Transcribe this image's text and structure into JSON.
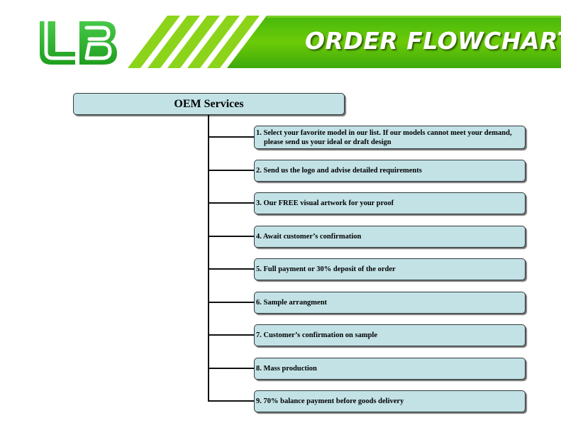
{
  "header": {
    "logo_text": "LB",
    "title": "ORDER FLOWCHART",
    "colors": {
      "green_dark": "#3cae0c",
      "green_light": "#8fd400",
      "logo_green": "#2fb52f"
    }
  },
  "flowchart": {
    "root": "OEM Services",
    "steps": [
      "1. Select your favorite model in our list. If our models cannot meet your demand, please send us your ideal or draft design",
      "2. Send us the logo and advise detailed requirements",
      "3. Our FREE visual artwork for your proof",
      "4. Await customer’s confirmation",
      "5. Full payment or 30% deposit of the order",
      "6. Sample arrangment",
      "7. Customer’s confirmation on sample",
      "8. Mass production",
      "9. 70% balance payment before goods delivery"
    ],
    "colors": {
      "box_fill": "#c2e2e6",
      "box_border": "#333a3c",
      "connector": "#111111"
    }
  }
}
